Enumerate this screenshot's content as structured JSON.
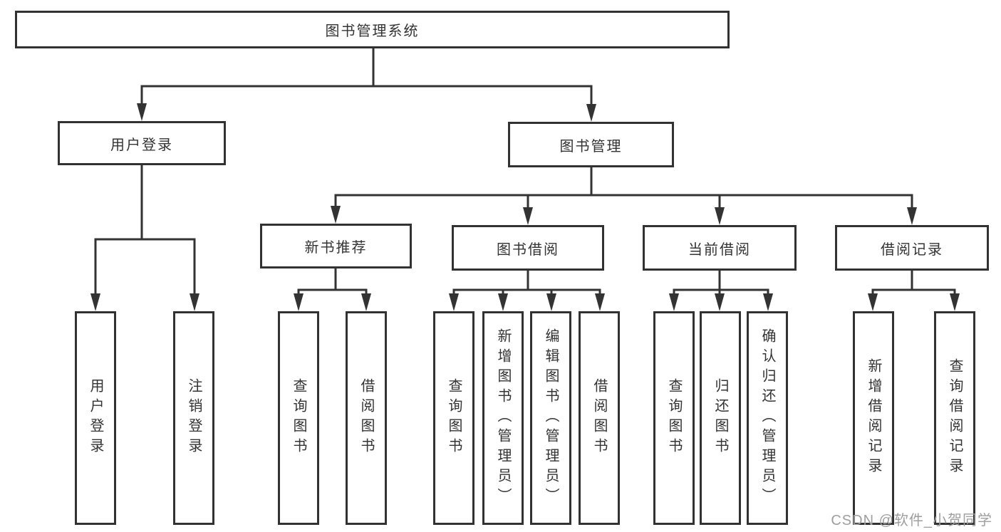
{
  "root": {
    "label": "图书管理系统"
  },
  "level2": [
    {
      "label": "用户登录",
      "children": [
        {
          "label": "用户登录"
        },
        {
          "label": "注销登录"
        }
      ]
    },
    {
      "label": "图书管理",
      "children": [
        {
          "label": "新书推荐",
          "children": [
            {
              "label": "查询图书"
            },
            {
              "label": "借阅图书"
            }
          ]
        },
        {
          "label": "图书借阅",
          "children": [
            {
              "label": "查询图书"
            },
            {
              "label": "新增图书（管理员）"
            },
            {
              "label": "编辑图书（管理员）"
            },
            {
              "label": "借阅图书"
            }
          ]
        },
        {
          "label": "当前借阅",
          "children": [
            {
              "label": "查询图书"
            },
            {
              "label": "归还图书"
            },
            {
              "label": "确认归还（管理员）"
            }
          ]
        },
        {
          "label": "借阅记录",
          "children": [
            {
              "label": "新增借阅记录"
            },
            {
              "label": "查询借阅记录"
            }
          ]
        }
      ]
    }
  ],
  "watermark": "CSDN @软件_小贺同学",
  "colors": {
    "line": "#333333",
    "box_border": "#323232",
    "text": "#333333",
    "background": "#ffffff",
    "watermark": "#9e9e9e"
  }
}
